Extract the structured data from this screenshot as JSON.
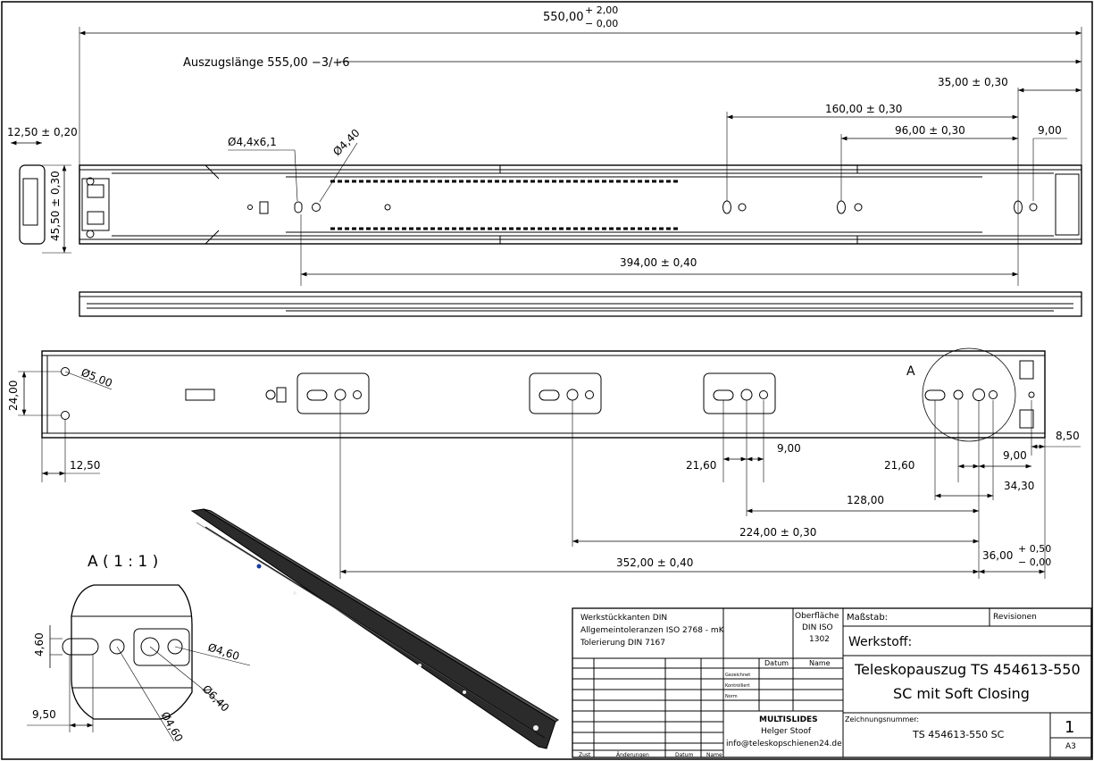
{
  "dims": {
    "overall_length": "550,00",
    "overall_tol_plus": "+ 2,00",
    "overall_tol_minus": "− 0,00",
    "extension": "Auszugslänge 555,00 −3/+6",
    "d35": "35,00 ± 0,30",
    "d160": "160,00 ± 0,30",
    "d96": "96,00 ± 0,30",
    "d9_top": "9,00",
    "d12_5_020": "12,50 ± 0,20",
    "d45_5": "45,50 ± 0,30",
    "hole_a": "Ø4,4x6,1",
    "hole_b": "Ø4,40",
    "d394": "394,00 ± 0,40",
    "d24": "24,00",
    "d5": "Ø5,00",
    "d12_5": "12,50",
    "A_label": "A",
    "d21_6_a": "21,60",
    "d9_a": "9,00",
    "d21_6_b": "21,60",
    "d9_b": "9,00",
    "d8_5": "8,50",
    "d34_3": "34,30",
    "d128": "128,00",
    "d224": "224,00 ± 0,30",
    "d352": "352,00 ± 0,40",
    "d36": "36,00",
    "d36_tol_plus": "+ 0,50",
    "d36_tol_minus": "− 0,00"
  },
  "detail": {
    "title": "A ( 1 : 1 )",
    "d4_60_v": "4,60",
    "d4_60_hole": "Ø4,60",
    "d6_40": "Ø6,40",
    "d4_60_b": "Ø4,60",
    "d9_50": "9,50"
  },
  "titleblock": {
    "notes_1": "Werkstückkanten DIN",
    "notes_2": "Allgemeintoleranzen ISO 2768 - mK",
    "notes_3": "Tolerierung DIN 7167",
    "surface_1": "Oberfläche",
    "surface_2": "DIN ISO",
    "surface_3": "1302",
    "scale_label": "Maßstab:",
    "revision_label": "Revisionen",
    "material_label": "Werkstoff:",
    "datum": "Datum",
    "name": "Name",
    "gezeichnet": "Gezeichnet",
    "kontrolliert": "Kontrolliert",
    "norm": "Norm",
    "title_1": "Teleskopauszug TS 454613-550",
    "title_2": "SC mit Soft Closing",
    "company_1": "MULTISLIDES",
    "company_2": "Helger Stoof",
    "company_3": "info@teleskopschienen24.de",
    "drawing_no_label": "Zeichnungsnummer:",
    "drawing_no": "TS 454613-550 SC",
    "sheet_no": "1",
    "format": "A3",
    "zust": "Zust",
    "aenderungen": "Änderungen",
    "datum2": "Datum",
    "name2": "Name"
  }
}
